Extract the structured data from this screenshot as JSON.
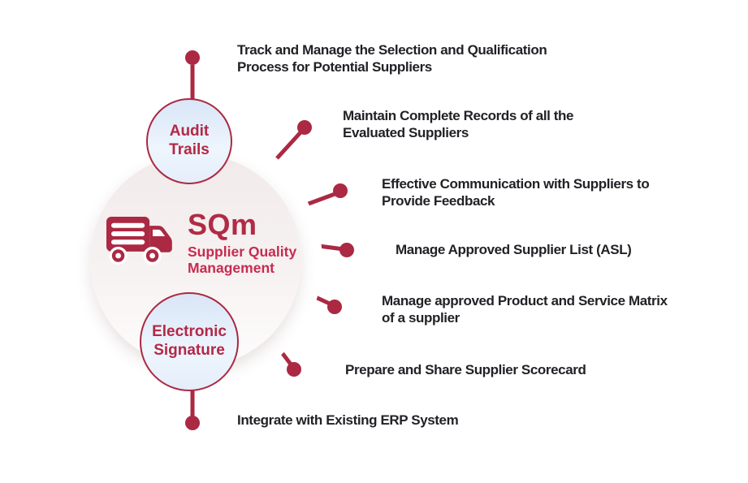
{
  "colors": {
    "accent": "#AB2942",
    "box_shadow": "#A82940",
    "center_title": "#B02B45",
    "center_subtitle": "#C72B50",
    "box_text": "#212226",
    "satellite_fill_top": "#D9E6F7",
    "satellite_fill_bottom": "#E4EEFA"
  },
  "center": {
    "icon": "truck-icon",
    "title": "SQm",
    "subtitle": "Supplier Quality Management"
  },
  "satellites": [
    {
      "label": "Audit Trails"
    },
    {
      "label": "Electronic Signature"
    }
  ],
  "features": [
    {
      "label": "Track and Manage the Selection and Qualification Process for Potential Suppliers"
    },
    {
      "label": "Maintain Complete Records of all the Evaluated Suppliers"
    },
    {
      "label": "Effective Communication with Suppliers to Provide Feedback"
    },
    {
      "label": "Manage Approved Supplier List (ASL)"
    },
    {
      "label": "Manage approved Product and Service Matrix of a supplier"
    },
    {
      "label": "Prepare and Share Supplier Scorecard"
    },
    {
      "label": "Integrate with Existing ERP System"
    }
  ]
}
